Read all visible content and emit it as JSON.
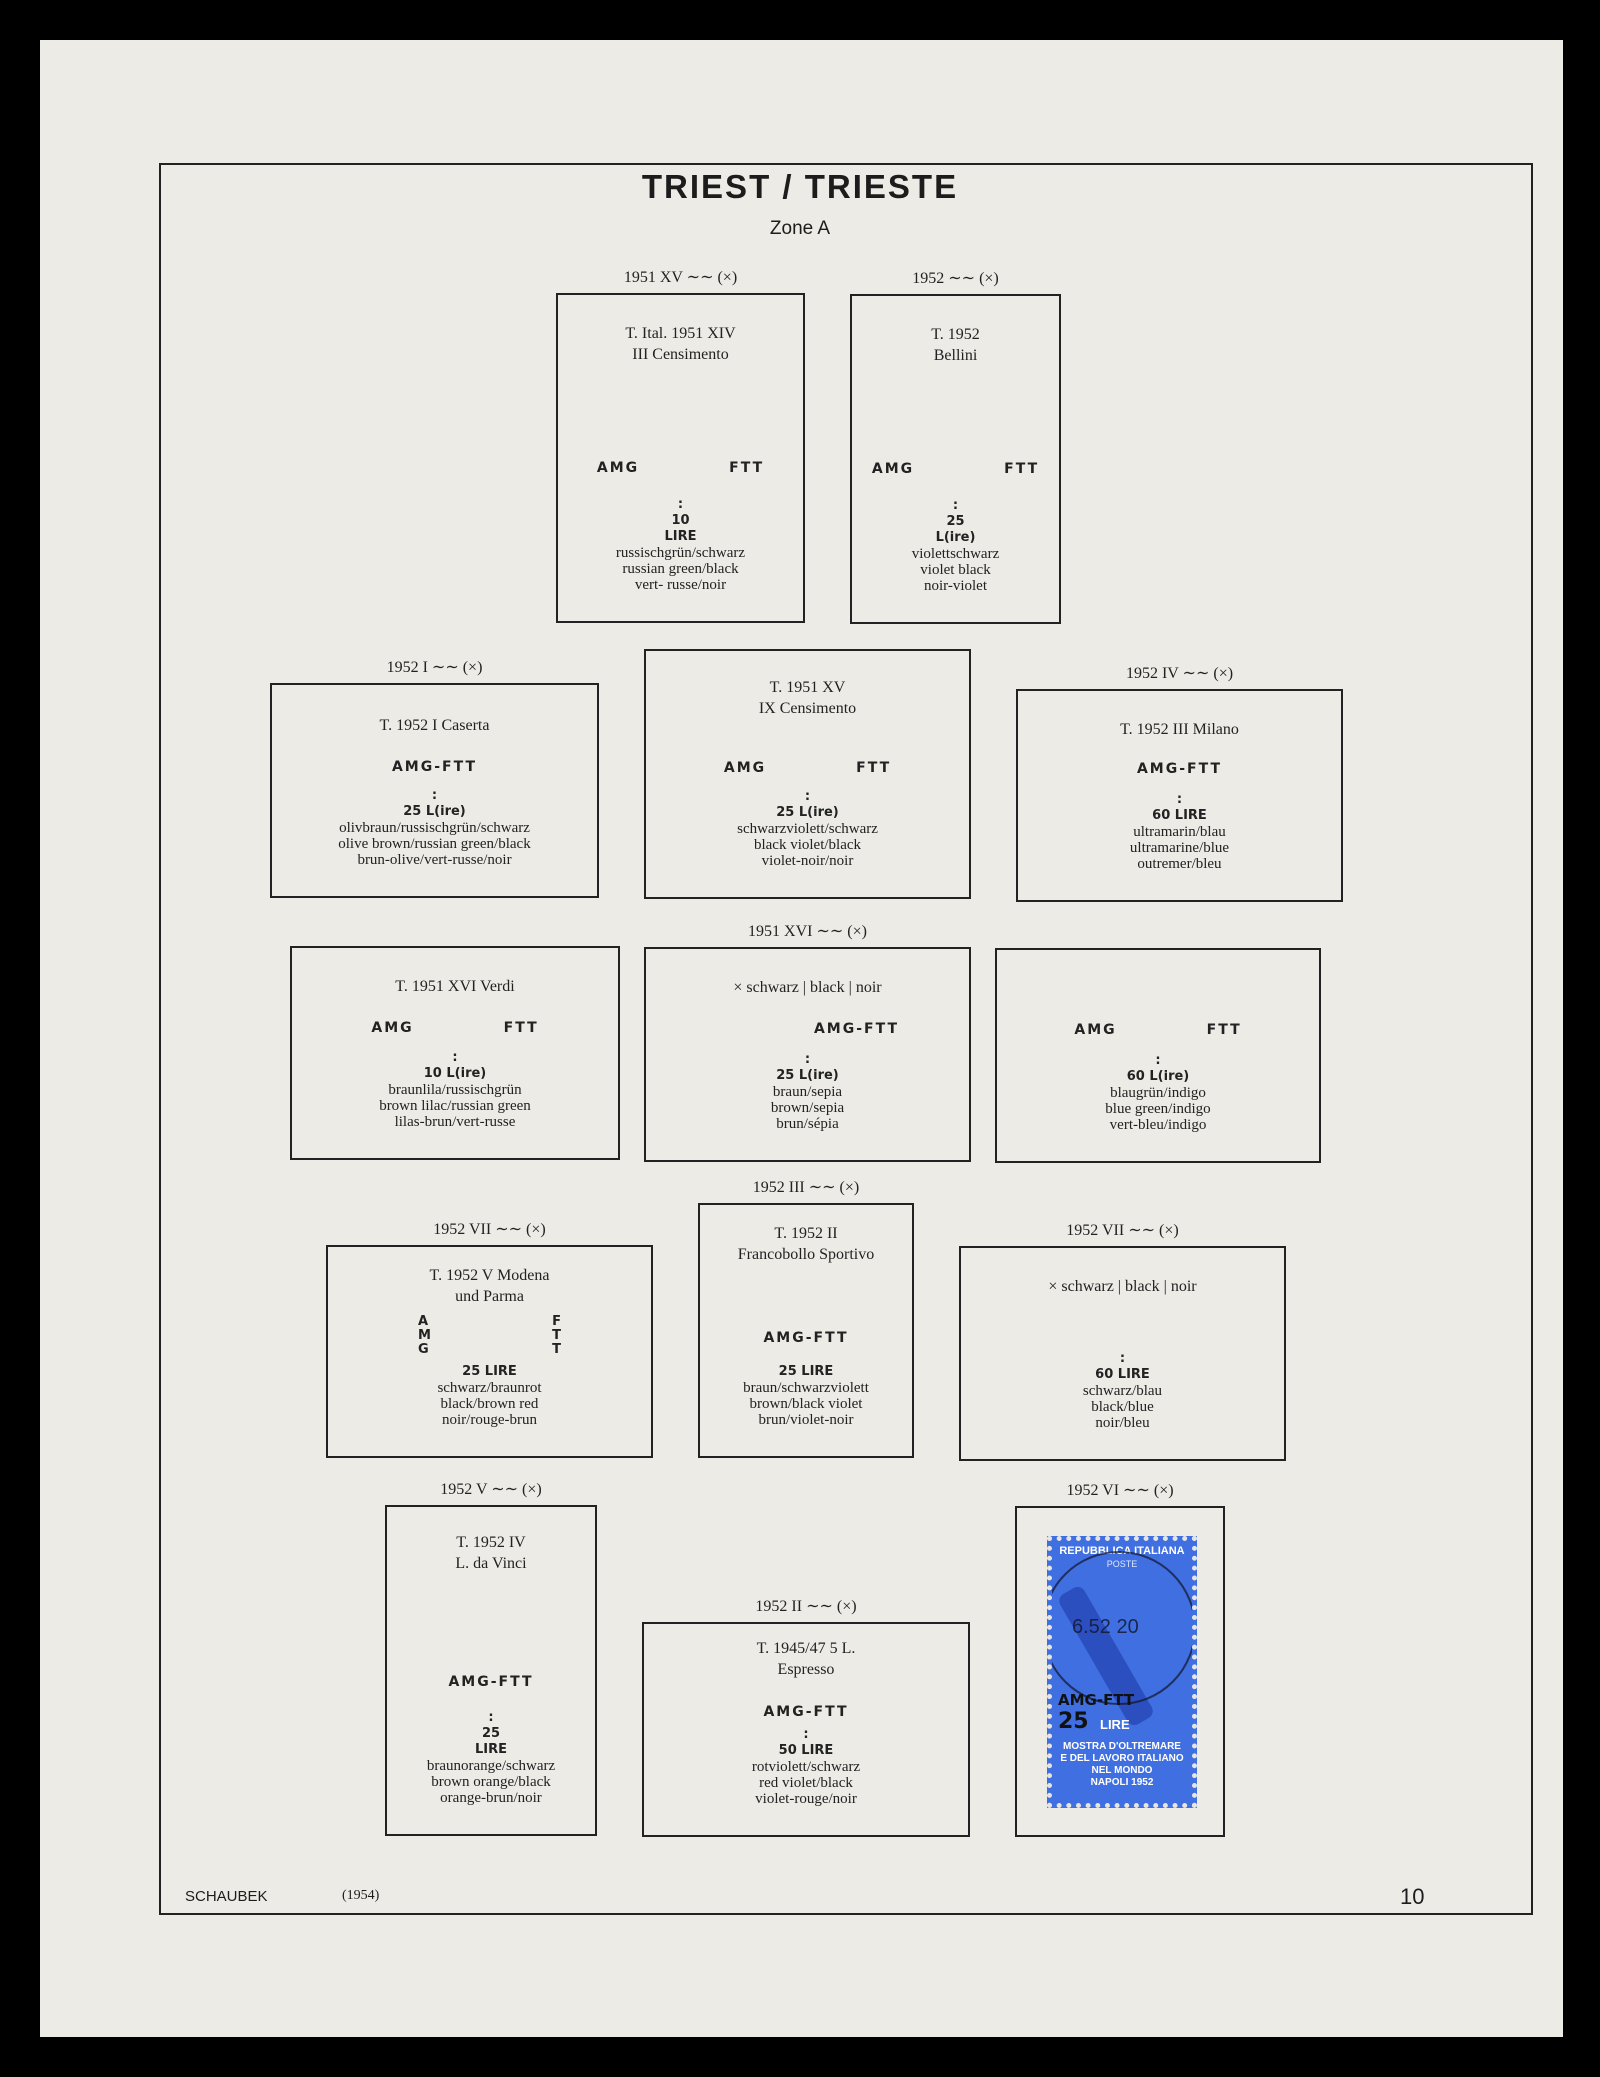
{
  "title": "TRIEST / TRIESTE",
  "subtitle": "Zone A",
  "boxes": [
    {
      "label": "1951 XV ∼∼ (×)",
      "head": [
        "T. Ital. 1951 XIV",
        "III Censimento"
      ],
      "overprint": [
        "AMG",
        "FTT"
      ],
      "value": [
        ":",
        "10",
        "LIRE"
      ],
      "colors": [
        "russischgrün/schwarz",
        "russian green/black",
        "vert- russe/noir"
      ]
    },
    {
      "label": "1952 ∼∼ (×)",
      "head": [
        "T.  1952",
        "Bellini"
      ],
      "overprint": [
        "AMG",
        "FTT"
      ],
      "value": [
        ":",
        "25",
        "L(ire)"
      ],
      "colors": [
        "violettschwarz",
        "violet black",
        "noir-violet"
      ]
    },
    {
      "label": "1952 I ∼∼ (×)",
      "head": [
        "T. 1952 I Caserta"
      ],
      "overprint": [
        "AMG-FTT"
      ],
      "value": [
        ":",
        "25 L(ire)"
      ],
      "colors": [
        "olivbraun/russischgrün/schwarz",
        "olive brown/russian green/black",
        "brun-olive/vert-russe/noir"
      ]
    },
    {
      "label": "",
      "head": [
        "T. 1951 XV",
        "IX Censimento"
      ],
      "overprint": [
        "AMG",
        "FTT"
      ],
      "value": [
        ":",
        "25 L(ire)"
      ],
      "colors": [
        "schwarzviolett/schwarz",
        "black violet/black",
        "violet-noir/noir"
      ]
    },
    {
      "label": "1952 IV ∼∼ (×)",
      "head": [
        "T. 1952 III Milano"
      ],
      "overprint": [
        "AMG-FTT"
      ],
      "value": [
        ":",
        "60 LIRE"
      ],
      "colors": [
        "ultramarin/blau",
        "ultramarine/blue",
        "outremer/bleu"
      ]
    },
    {
      "label": "",
      "head": [
        "T. 1951 XVI Verdi"
      ],
      "overprint": [
        "AMG",
        "FTT"
      ],
      "value": [
        ":",
        "10 L(ire)"
      ],
      "colors": [
        "braunlila/russischgrün",
        "brown lilac/russian green",
        "lilas-brun/vert-russe"
      ]
    },
    {
      "label": "1951 XVI ∼∼ (×)",
      "head": [
        "× schwarz | black | noir"
      ],
      "overprint": [
        "AMG-FTT"
      ],
      "value": [
        ":",
        "25 L(ire)"
      ],
      "colors": [
        "braun/sepia",
        "brown/sepia",
        "brun/sépia"
      ]
    },
    {
      "label": "",
      "head": [],
      "overprint": [
        "AMG",
        "FTT"
      ],
      "value": [
        ":",
        "60 L(ire)"
      ],
      "colors": [
        "blaugrün/indigo",
        "blue green/indigo",
        "vert-bleu/indigo"
      ]
    },
    {
      "label": "1952 VII ∼∼ (×)",
      "head": [
        "T. 1952 V Modena",
        "und Parma"
      ],
      "vertical": [
        [
          "A",
          "M",
          "G"
        ],
        [
          "F",
          "T",
          "T"
        ]
      ],
      "value": [
        "25 LIRE"
      ],
      "colors": [
        "schwarz/braunrot",
        "black/brown red",
        "noir/rouge-brun"
      ]
    },
    {
      "label": "1952 III ∼∼ (×)",
      "head": [
        "T. 1952 II",
        "Francobollo Sportivo"
      ],
      "overprint": [
        "AMG-FTT"
      ],
      "value": [
        "25 LIRE"
      ],
      "colors": [
        "braun/schwarzviolett",
        "brown/black violet",
        "brun/violet-noir"
      ]
    },
    {
      "label": "1952 VII ∼∼ (×)",
      "head": [
        "× schwarz | black | noir"
      ],
      "value": [
        ":",
        "60 LIRE"
      ],
      "colors": [
        "schwarz/blau",
        "black/blue",
        "noir/bleu"
      ]
    },
    {
      "label": "1952 V ∼∼ (×)",
      "head": [
        "T. 1952 IV",
        "L. da Vinci"
      ],
      "overprint": [
        "AMG-FTT"
      ],
      "value": [
        ":",
        "25",
        "LIRE"
      ],
      "colors": [
        "braunorange/schwarz",
        "brown orange/black",
        "orange-brun/noir"
      ]
    },
    {
      "label": "1952 II ∼∼ (×)",
      "head": [
        "T. 1945/47  5 L.",
        "Espresso"
      ],
      "overprint": [
        "AMG-FTT"
      ],
      "value": [
        ":",
        "50 LIRE"
      ],
      "colors": [
        "rotviolett/schwarz",
        "red violet/black",
        "violet-rouge/noir"
      ]
    },
    {
      "label": "1952 VI ∼∼ (×)",
      "stamp": {
        "country": "REPUBBLICA ITALIANA",
        "poste": "POSTE",
        "overprint": "AMG-FTT",
        "denomination": "25",
        "unit": "LIRE",
        "legend": [
          "MOSTRA D'OLTREMARE",
          "E DEL LAVORO ITALIANO NEL MONDO",
          "NAPOLI 1952"
        ],
        "postmark_date": "6.52 20",
        "color": "#3f6fe0"
      }
    }
  ],
  "footer": {
    "publisher": "SCHAUBEK",
    "year": "(1954)",
    "page_number": "10"
  }
}
